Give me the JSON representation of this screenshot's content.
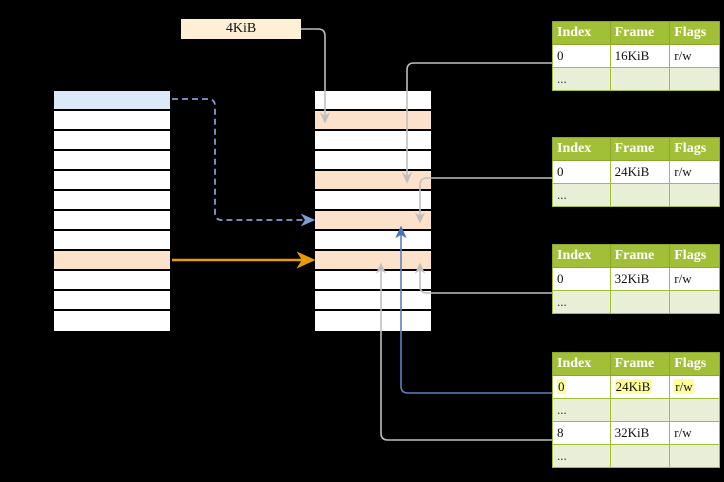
{
  "diagram": {
    "title_label": "4KiB",
    "columns": {
      "left": {
        "name": "virtual-address-space",
        "row_count": 12,
        "highlight_blue_rows": [
          0
        ],
        "highlight_peach_rows": [
          8
        ]
      },
      "middle": {
        "name": "physical-memory",
        "row_count": 12,
        "highlight_peach_rows": [
          1,
          4,
          6,
          8
        ]
      }
    },
    "colors": {
      "table_header_green": "#a2c037",
      "table_dots_row": "#e9efd7",
      "peach_cell": "#fce2cb",
      "blue_cell": "#dce9f9",
      "label_bg": "#fdf0d5",
      "highlight_yellow": "#ffff99",
      "blue_arrow": "#4a72b8",
      "orange_arrow": "#e89a00",
      "gray_wire": "#b3b3b3"
    }
  },
  "tables": [
    {
      "name": "page-table-level-1",
      "headers": [
        "Index",
        "Frame",
        "Flags"
      ],
      "rows": [
        {
          "type": "data",
          "cells": [
            "0",
            "16KiB",
            "r/w"
          ],
          "highlight": [
            false,
            false,
            false
          ]
        },
        {
          "type": "dots",
          "cells": [
            "...",
            "",
            ""
          ],
          "highlight": [
            false,
            false,
            false
          ]
        }
      ]
    },
    {
      "name": "page-table-level-2",
      "headers": [
        "Index",
        "Frame",
        "Flags"
      ],
      "rows": [
        {
          "type": "data",
          "cells": [
            "0",
            "24KiB",
            "r/w"
          ],
          "highlight": [
            false,
            false,
            false
          ]
        },
        {
          "type": "dots",
          "cells": [
            "...",
            "",
            ""
          ],
          "highlight": [
            false,
            false,
            false
          ]
        }
      ]
    },
    {
      "name": "page-table-level-3",
      "headers": [
        "Index",
        "Frame",
        "Flags"
      ],
      "rows": [
        {
          "type": "data",
          "cells": [
            "0",
            "32KiB",
            "r/w"
          ],
          "highlight": [
            false,
            false,
            false
          ]
        },
        {
          "type": "dots",
          "cells": [
            "...",
            "",
            ""
          ],
          "highlight": [
            false,
            false,
            false
          ]
        }
      ]
    },
    {
      "name": "page-table-level-4",
      "headers": [
        "Index",
        "Frame",
        "Flags"
      ],
      "rows": [
        {
          "type": "data",
          "cells": [
            "0",
            "24KiB",
            "r/w"
          ],
          "highlight": [
            true,
            true,
            true
          ]
        },
        {
          "type": "dots",
          "cells": [
            "...",
            "",
            ""
          ],
          "highlight": [
            false,
            false,
            false
          ]
        },
        {
          "type": "data",
          "cells": [
            "8",
            "32KiB",
            "r/w"
          ],
          "highlight": [
            false,
            false,
            false
          ]
        },
        {
          "type": "dots",
          "cells": [
            "...",
            "",
            ""
          ],
          "highlight": [
            false,
            false,
            false
          ]
        }
      ]
    }
  ]
}
